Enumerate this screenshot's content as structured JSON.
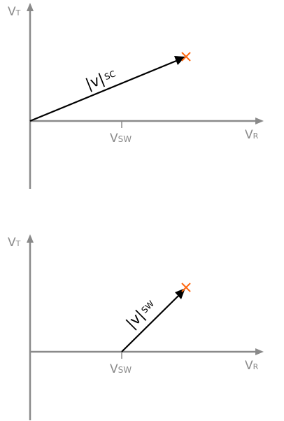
{
  "colors": {
    "axis": "#8a8a8a",
    "vector": "#000000",
    "marker": "#ff6a13"
  },
  "panels": [
    {
      "y_axis": {
        "main": "V",
        "sub": "T"
      },
      "x_axis": {
        "main": "V",
        "sub": "R"
      },
      "tick": {
        "main": "V",
        "sub": "SW"
      },
      "vector": {
        "main": "|v|",
        "sub": "SC"
      },
      "marker_icon": "x-cross"
    },
    {
      "y_axis": {
        "main": "V",
        "sub": "T"
      },
      "x_axis": {
        "main": "V",
        "sub": "R"
      },
      "tick": {
        "main": "V",
        "sub": "SW"
      },
      "vector": {
        "main": "|v|",
        "sub": "SW"
      },
      "marker_icon": "x-cross"
    }
  ]
}
